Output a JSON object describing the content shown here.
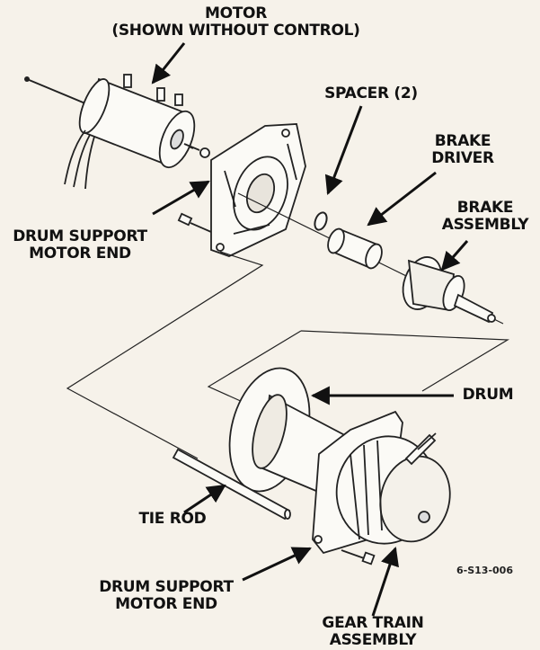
{
  "labels": {
    "motor_line1": "MOTOR",
    "motor_line2": "(SHOWN WITHOUT CONTROL)",
    "spacer": "SPACER (2)",
    "brake_driver_line1": "BRAKE",
    "brake_driver_line2": "DRIVER",
    "brake_assembly_line1": "BRAKE",
    "brake_assembly_line2": "ASSEMBLY",
    "drum_support_top_line1": "DRUM SUPPORT",
    "drum_support_top_line2": "MOTOR END",
    "drum": "DRUM",
    "tie_rod": "TIE ROD",
    "drum_support_bottom_line1": "DRUM SUPPORT",
    "drum_support_bottom_line2": "MOTOR END",
    "gear_train_line1": "GEAR TRAIN",
    "gear_train_line2": "ASSEMBLY"
  },
  "figure_code": "6-S13-006"
}
